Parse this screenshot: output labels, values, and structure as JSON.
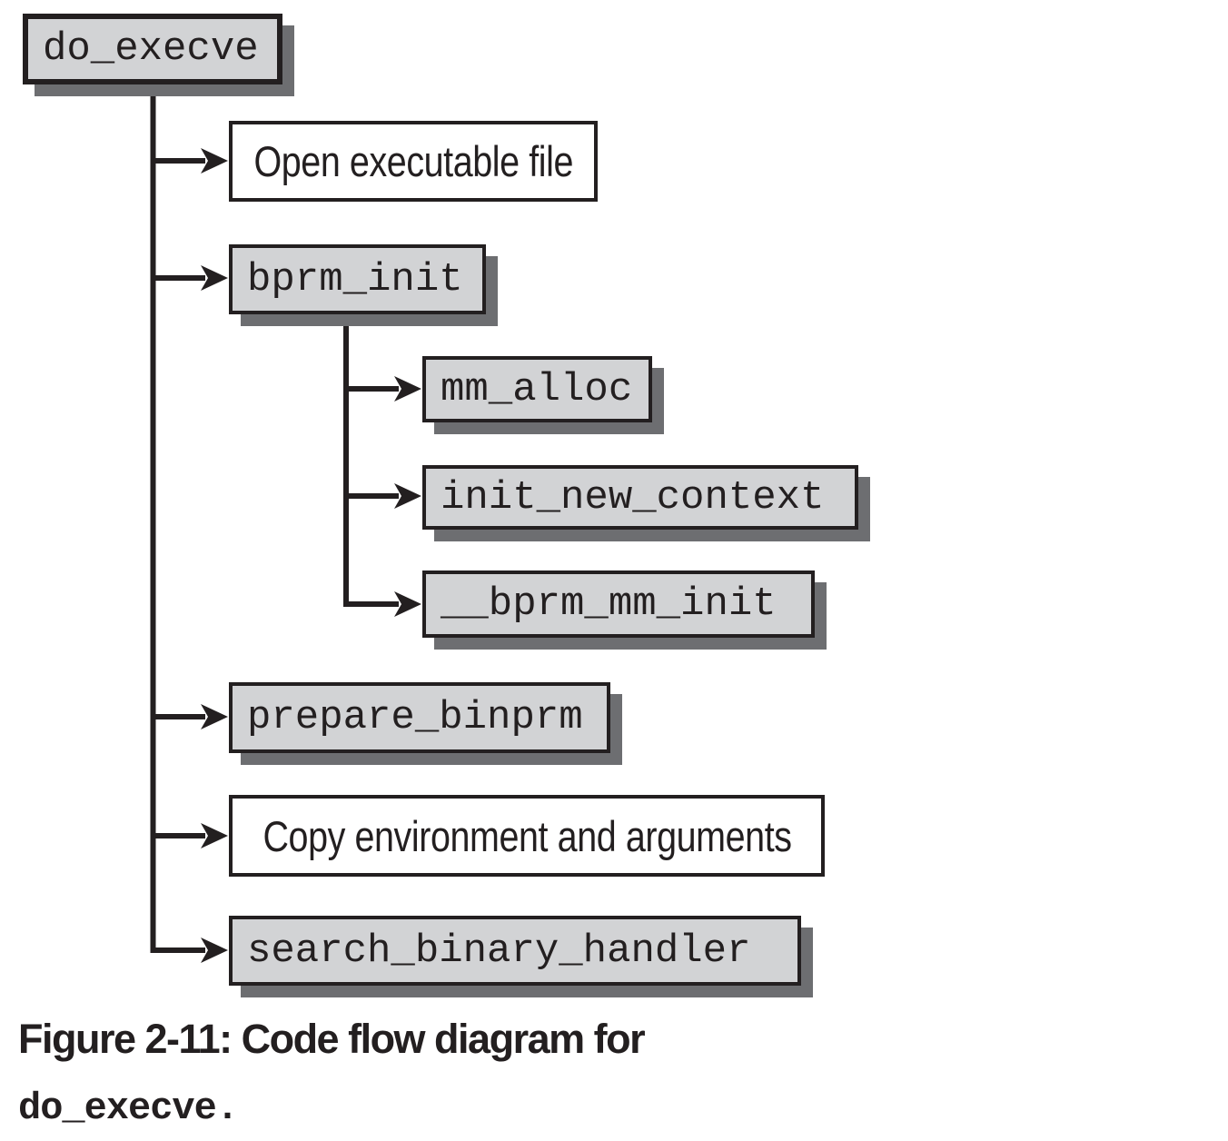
{
  "figure": {
    "caption_line1": "Figure 2-11: Code flow diagram for",
    "caption_line2": "do_execve."
  },
  "diagram": {
    "type": "code-flow-tree",
    "root": {
      "label": "do_execve",
      "kind": "function"
    },
    "nodes": [
      {
        "id": "open-executable-file",
        "label": "Open executable file",
        "kind": "action"
      },
      {
        "id": "bprm-init",
        "label": "bprm_init",
        "kind": "function",
        "children": [
          {
            "id": "mm-alloc",
            "label": "mm_alloc",
            "kind": "function"
          },
          {
            "id": "init-new-context",
            "label": "init_new_context",
            "kind": "function"
          },
          {
            "id": "bprm-mm-init",
            "label": "__bprm_mm_init",
            "kind": "function"
          }
        ]
      },
      {
        "id": "prepare-binprm",
        "label": "prepare_binprm",
        "kind": "function"
      },
      {
        "id": "copy-environment",
        "label": "Copy environment and arguments",
        "kind": "action"
      },
      {
        "id": "search-binary-handler",
        "label": "search_binary_handler",
        "kind": "function"
      }
    ],
    "colors": {
      "function_box_fill": "#d2d3d5",
      "action_box_fill": "#ffffff",
      "box_border": "#231f20",
      "shadow": "#6d6e71",
      "line": "#231f20",
      "background": "#ffffff"
    }
  }
}
